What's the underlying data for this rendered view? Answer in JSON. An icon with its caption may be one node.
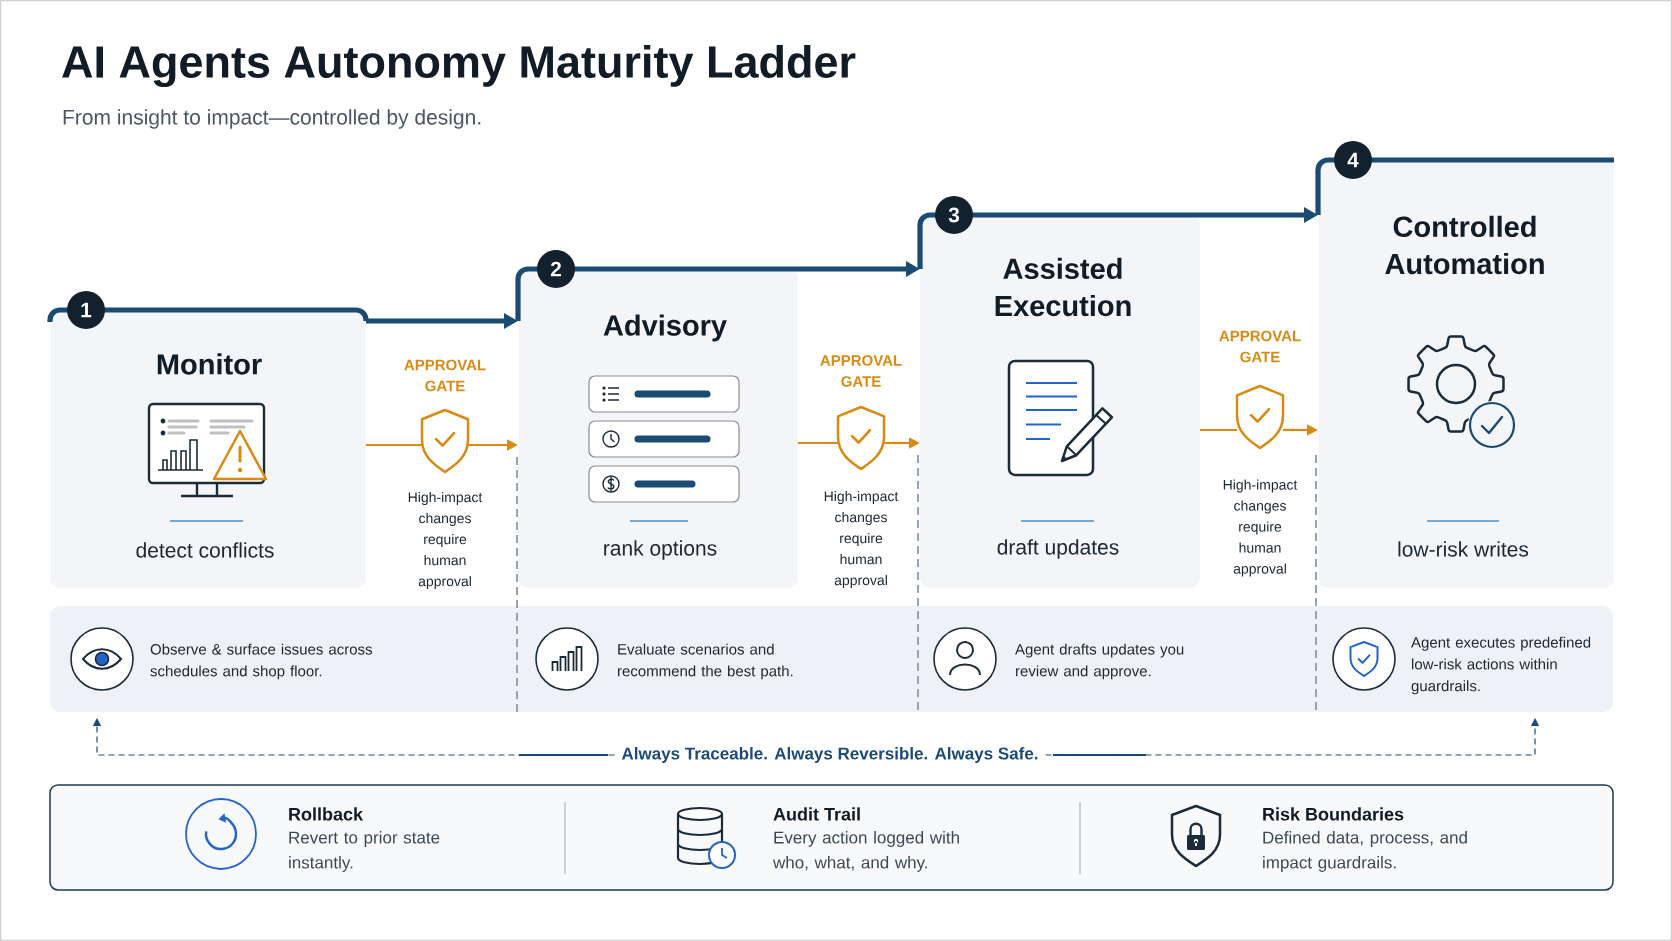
{
  "diagram": {
    "title": "AI Agents Autonomy Maturity Ladder",
    "nodes": [
      {
        "text": [
          "1"
        ]
      },
      {
        "text": [
          "Monitor",
          "detect conflicts"
        ]
      },
      {
        "text": [],
        "shape": "shield",
        "beside": [
          "APPROVAL GATE",
          "High-impact changes require human approval"
        ]
      },
      {
        "text": [
          "2"
        ]
      },
      {
        "text": [
          "Advisory",
          "rank options"
        ]
      },
      {
        "text": [],
        "shape": "shield",
        "beside": [
          "APPROVAL GATE",
          "High-impact changes require human approval"
        ]
      },
      {
        "text": [
          "3"
        ]
      },
      {
        "text": [
          "Assisted Execution",
          "draft updates"
        ]
      },
      {
        "text": [],
        "shape": "shield",
        "beside": [
          "APPROVAL GATE",
          "High-impact changes require human approval"
        ]
      },
      {
        "text": [
          "4"
        ]
      },
      {
        "text": [
          "Controlled Automation",
          "low-risk writes"
        ]
      },
      {
        "text": [
          "Observe & surface issues across schedules and shop floor.",
          "Evaluate scenarios and recommend the best path.",
          "Agent drafts updates you review and approve.",
          "Agent executes predefined low-risk actions within guardrails."
        ]
      },
      {
        "text": [
          "Always Traceable. Always Reversible. Always Safe."
        ]
      },
      {
        "text": [
          "Rollback",
          "Revert to prior state instantly.",
          "Audit Trail",
          "Every action logged with who, what, and why.",
          "Risk Boundaries",
          "Defined data, process, and impact guardrails."
        ]
      }
    ],
    "edges": [
      {
        "from": 1,
        "to": 4,
        "arrow": "to",
        "style": "thick",
        "color": "#1b4b72"
      },
      {
        "from": 4,
        "to": 7,
        "arrow": "to",
        "style": "thick",
        "color": "#1b4b72"
      },
      {
        "from": 7,
        "to": 10,
        "arrow": "to",
        "style": "thick",
        "color": "#1b4b72"
      },
      {
        "from": 1,
        "to": 2,
        "arrow": "none"
      },
      {
        "from": 2,
        "to": 4,
        "arrow": "to"
      },
      {
        "from": 4,
        "to": 5,
        "arrow": "none"
      },
      {
        "from": 5,
        "to": 7,
        "arrow": "to"
      },
      {
        "from": 7,
        "to": 8,
        "arrow": "none"
      },
      {
        "from": 8,
        "to": 10,
        "arrow": "to"
      },
      {
        "from": 12,
        "to": 11,
        "arrow": "to",
        "style": "dashed",
        "color": "#1c4a78"
      },
      {
        "from": 12,
        "to": 11,
        "arrow": "to",
        "style": "dashed",
        "color": "#1c4a78"
      }
    ],
    "labels": [
      "From insight to impact—controlled by design."
    ]
  }
}
